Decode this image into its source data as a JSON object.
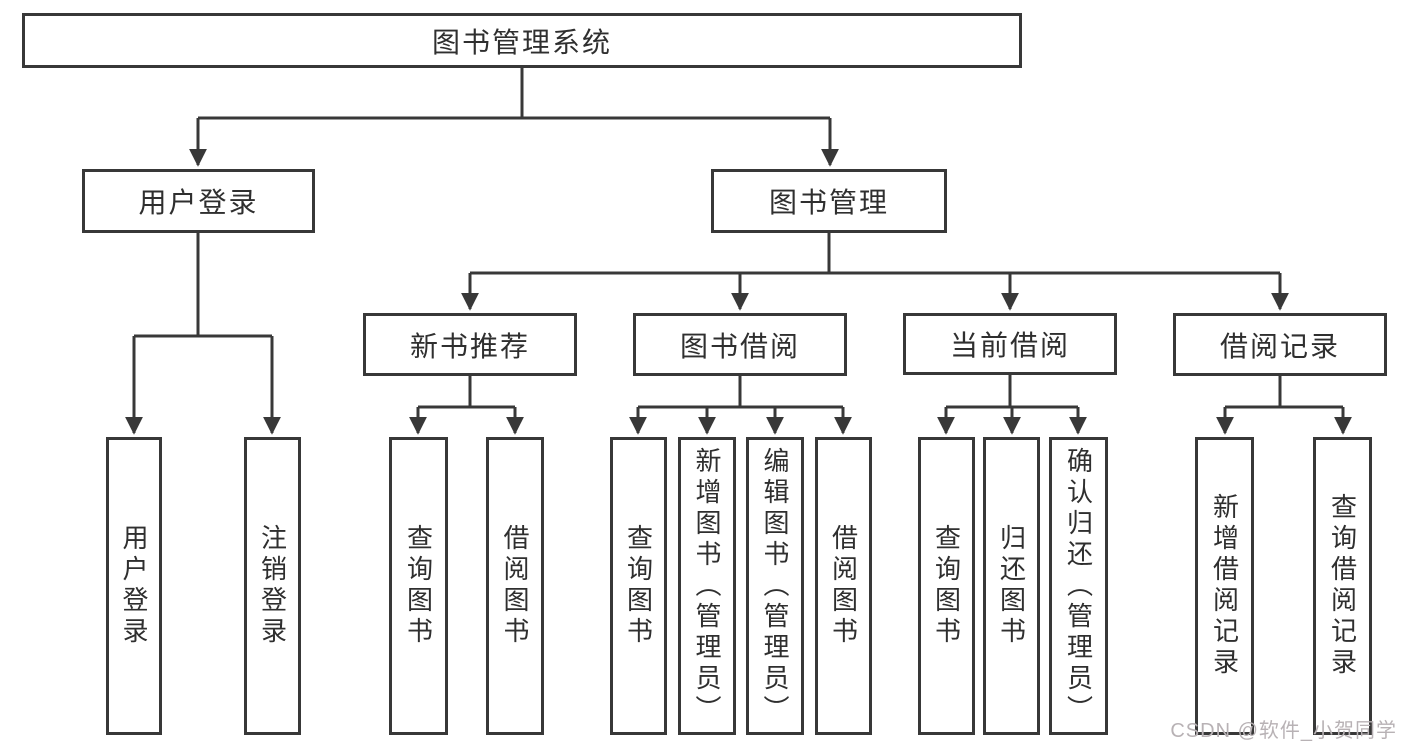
{
  "diagram_title": "图书管理系统",
  "watermark": "CSDN @软件_小贺同学",
  "colors": {
    "line": "#383838",
    "text": "#2f2f2f",
    "watermark": "#b8b2b5",
    "background": "#ffffff"
  },
  "nodes": {
    "root": {
      "label": "图书管理系统"
    },
    "level2": [
      {
        "label": "用户登录"
      },
      {
        "label": "图书管理"
      }
    ],
    "level3": [
      {
        "label": "新书推荐",
        "parent": "图书管理"
      },
      {
        "label": "图书借阅",
        "parent": "图书管理"
      },
      {
        "label": "当前借阅",
        "parent": "图书管理"
      },
      {
        "label": "借阅记录",
        "parent": "图书管理"
      }
    ],
    "leaves": [
      {
        "label": "用户登录",
        "parent": "用户登录"
      },
      {
        "label": "注销登录",
        "parent": "用户登录"
      },
      {
        "label": "查询图书",
        "parent": "新书推荐"
      },
      {
        "label": "借阅图书",
        "parent": "新书推荐"
      },
      {
        "label": "查询图书",
        "parent": "图书借阅"
      },
      {
        "label": "新增图书（管理员）",
        "parent": "图书借阅"
      },
      {
        "label": "编辑图书（管理员）",
        "parent": "图书借阅"
      },
      {
        "label": "借阅图书",
        "parent": "图书借阅"
      },
      {
        "label": "查询图书",
        "parent": "当前借阅"
      },
      {
        "label": "归还图书",
        "parent": "当前借阅"
      },
      {
        "label": "确认归还（管理员）",
        "parent": "当前借阅"
      },
      {
        "label": "新增借阅记录",
        "parent": "借阅记录"
      },
      {
        "label": "查询借阅记录",
        "parent": "借阅记录"
      }
    ]
  }
}
